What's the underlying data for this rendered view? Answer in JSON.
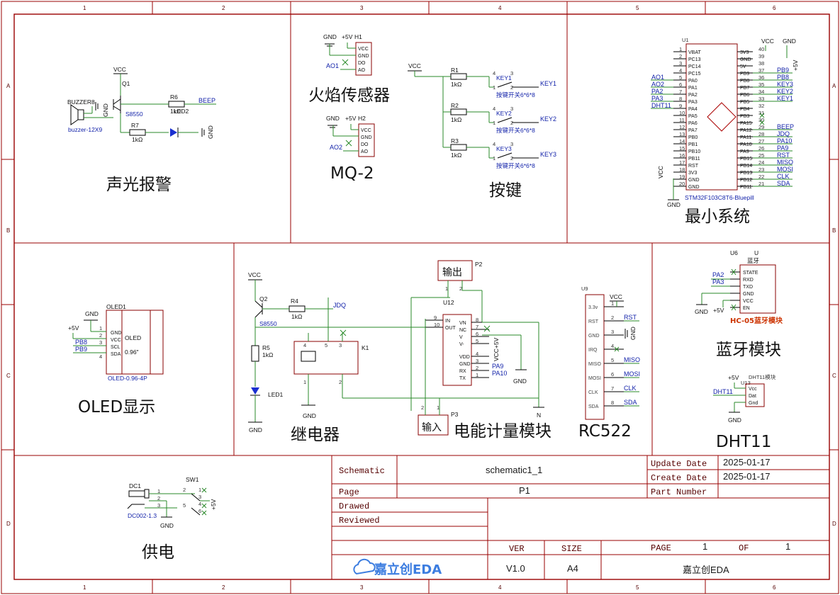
{
  "frame": {
    "columns": [
      "1",
      "2",
      "3",
      "4",
      "5",
      "6"
    ],
    "rows": [
      "A",
      "B",
      "C",
      "D"
    ]
  },
  "blocks": {
    "alarm": "声光报警",
    "flame": "火焰传感器",
    "mq2": "MQ-2",
    "keys": "按键",
    "mcu": "最小系统",
    "oled": "OLED显示",
    "relay": "继电器",
    "meter": "电能计量模块",
    "rc522": "RC522",
    "bt": "蓝牙模块",
    "dht": "DHT11",
    "power": "供电"
  },
  "alarm": {
    "vcc": "VCC",
    "q1": "Q1",
    "q1_part": "S8550",
    "buzzer": "BUZZER8",
    "buzzer_part": "buzzer-12X9",
    "gnd": "GND",
    "r6": "R6",
    "r6_val": "1kΩ",
    "r7": "R7",
    "r7_val": "1kΩ",
    "led2": "LED2",
    "beep": "BEEP"
  },
  "flame": {
    "gnd": "GND",
    "p5v": "+5V",
    "ref": "H1",
    "pins": [
      "VCC",
      "GND",
      "DO",
      "AO"
    ],
    "net": "AO1"
  },
  "mq2": {
    "gnd": "GND",
    "p5v": "+5V",
    "ref": "H2",
    "pins": [
      "VCC",
      "GND",
      "DO",
      "AO"
    ],
    "net": "AO2"
  },
  "keys": {
    "vcc": "VCC",
    "items": [
      {
        "r": "R1",
        "val": "1kΩ",
        "key": "KEY1",
        "part": "按键开关6*6*8",
        "net": "KEY1"
      },
      {
        "r": "R2",
        "val": "1kΩ",
        "key": "KEY2",
        "part": "按键开关6*6*8",
        "net": "KEY2"
      },
      {
        "r": "R3",
        "val": "1kΩ",
        "key": "KEY3",
        "part": "按键开关6*6*8",
        "net": "KEY3"
      }
    ]
  },
  "mcu": {
    "ref": "U1",
    "part": "STM32F103C8T6-Bluepill",
    "vcc": "VCC",
    "gnd": "GND",
    "p5v": "+5V",
    "left": [
      {
        "n": "1",
        "p": "VBAT",
        "net": ""
      },
      {
        "n": "2",
        "p": "PC13",
        "net": ""
      },
      {
        "n": "3",
        "p": "PC14",
        "net": ""
      },
      {
        "n": "4",
        "p": "PC15",
        "net": ""
      },
      {
        "n": "5",
        "p": "PA0",
        "net": "AO1"
      },
      {
        "n": "6",
        "p": "PA1",
        "net": "AO2"
      },
      {
        "n": "7",
        "p": "PA2",
        "net": "PA2"
      },
      {
        "n": "8",
        "p": "PA3",
        "net": "PA3"
      },
      {
        "n": "9",
        "p": "PA4",
        "net": "DHT11"
      },
      {
        "n": "10",
        "p": "PA5",
        "net": ""
      },
      {
        "n": "11",
        "p": "PA6",
        "net": ""
      },
      {
        "n": "12",
        "p": "PA7",
        "net": ""
      },
      {
        "n": "13",
        "p": "PB0",
        "net": ""
      },
      {
        "n": "14",
        "p": "PB1",
        "net": ""
      },
      {
        "n": "15",
        "p": "PB10",
        "net": ""
      },
      {
        "n": "16",
        "p": "PB11",
        "net": ""
      },
      {
        "n": "17",
        "p": "RST",
        "net": ""
      },
      {
        "n": "18",
        "p": "3V3",
        "net": ""
      },
      {
        "n": "19",
        "p": "GND",
        "net": ""
      },
      {
        "n": "20",
        "p": "GND",
        "net": ""
      }
    ],
    "right": [
      {
        "n": "40",
        "p": "3V3",
        "net": ""
      },
      {
        "n": "39",
        "p": "GND",
        "net": ""
      },
      {
        "n": "38",
        "p": "5V",
        "net": ""
      },
      {
        "n": "37",
        "p": "PB9",
        "net": "PB9"
      },
      {
        "n": "36",
        "p": "PB8",
        "net": "PB8"
      },
      {
        "n": "35",
        "p": "PB7",
        "net": "KEY3"
      },
      {
        "n": "34",
        "p": "PB6",
        "net": "KEY2"
      },
      {
        "n": "33",
        "p": "PB5",
        "net": "KEY1"
      },
      {
        "n": "32",
        "p": "PB4",
        "net": ""
      },
      {
        "n": "31",
        "p": "PB3",
        "net": ""
      },
      {
        "n": "30",
        "p": "PA15",
        "net": ""
      },
      {
        "n": "29",
        "p": "PA12",
        "net": "BEEP"
      },
      {
        "n": "28",
        "p": "PA11",
        "net": "JDQ"
      },
      {
        "n": "27",
        "p": "PA10",
        "net": "PA10"
      },
      {
        "n": "26",
        "p": "PA9",
        "net": "PA9"
      },
      {
        "n": "25",
        "p": "PB15",
        "net": "RST"
      },
      {
        "n": "24",
        "p": "PB14",
        "net": "MISO"
      },
      {
        "n": "23",
        "p": "PB13",
        "net": "MOSI"
      },
      {
        "n": "22",
        "p": "PB12",
        "net": "CLK"
      },
      {
        "n": "21",
        "p": "PB11",
        "net": "SDA"
      }
    ]
  },
  "oled": {
    "ref": "OLED1",
    "gnd": "GND",
    "p5v": "+5V",
    "part": "OLED-0.96-4P",
    "pins": [
      "GND",
      "VCC",
      "SCL",
      "SDA"
    ],
    "nets": [
      "PB8",
      "PB9"
    ],
    "body1": "OLED",
    "body2": "0.96\""
  },
  "relay": {
    "vcc": "VCC",
    "q2": "Q2",
    "q2_part": "S8550",
    "r4": "R4",
    "r4_val": "1kΩ",
    "jdq": "JDQ",
    "r5": "R5",
    "r5_val": "1kΩ",
    "led1": "LED1",
    "gnd": "GND",
    "k1": "K1",
    "pins": [
      "4",
      "5",
      "3",
      "1",
      "2"
    ]
  },
  "meter": {
    "ref": "U12",
    "out_label": "输出",
    "in_label": "输入",
    "p2": "P2",
    "p3": "P3",
    "n_label": "N",
    "gnd": "GND",
    "vcc5": "VCC+5V",
    "left": [
      {
        "n": "9",
        "p": "IN"
      },
      {
        "n": "10",
        "p": "OUT"
      }
    ],
    "right": [
      {
        "n": "8",
        "p": "VN"
      },
      {
        "n": "7",
        "p": "NC"
      },
      {
        "n": "6",
        "p": "V"
      },
      {
        "n": "5",
        "p": "V-"
      },
      {
        "n": "4",
        "p": "VDD"
      },
      {
        "n": "3",
        "p": "GND"
      },
      {
        "n": "2",
        "p": "RX"
      },
      {
        "n": "1",
        "p": "TX"
      }
    ],
    "nets": [
      "PA9",
      "PA10"
    ]
  },
  "rc522": {
    "ref": "U9",
    "vcc": "VCC",
    "gnd": "GND",
    "pins": [
      {
        "n": "1",
        "p": "3.3v",
        "net": ""
      },
      {
        "n": "2",
        "p": "RST",
        "net": "RST"
      },
      {
        "n": "3",
        "p": "GND",
        "net": ""
      },
      {
        "n": "4",
        "p": "IRQ",
        "net": ""
      },
      {
        "n": "5",
        "p": "MISO",
        "net": "MISO"
      },
      {
        "n": "6",
        "p": "MOSI",
        "net": "MOSI"
      },
      {
        "n": "7",
        "p": "CLK",
        "net": "CLK"
      },
      {
        "n": "8",
        "p": "SDA",
        "net": "SDA"
      }
    ]
  },
  "bt": {
    "ref": "U6",
    "ref2": "U",
    "name": "蓝牙",
    "part": "HC-05蓝牙模块",
    "pins": [
      "STATE",
      "RXD",
      "TXD",
      "GND",
      "VCC",
      "EN"
    ],
    "nets": [
      "PA2",
      "PA3"
    ],
    "gnd": "GND",
    "p5v": "+5V"
  },
  "dht": {
    "p5v": "+5V",
    "ref": "U13",
    "part": "DHT11模块",
    "net": "DHT11",
    "gnd": "GND",
    "pins": [
      "Vcc",
      "Dat",
      "Gnd"
    ]
  },
  "power": {
    "dc": "DC1",
    "dc_part": "DC002-1.3",
    "sw": "SW1",
    "gnd": "GND",
    "p5v": "+5V"
  },
  "titleblock": {
    "schematic_k": "Schematic",
    "schematic_v": "schematic1_1",
    "update_k": "Update Date",
    "update_v": "2025-01-17",
    "create_k": "Create Date",
    "create_v": "2025-01-17",
    "page_k": "Page",
    "page_v": "P1",
    "part_k": "Part Number",
    "drawn_k": "Drawed",
    "reviewed_k": "Reviewed",
    "ver_k": "VER",
    "size_k": "SIZE",
    "pagen_k": "PAGE",
    "of_k": "OF",
    "ver_v": "V1.0",
    "size_v": "A4",
    "page_num": "1",
    "page_total": "1",
    "logo": "嘉立创EDA",
    "company": "嘉立创EDA"
  }
}
